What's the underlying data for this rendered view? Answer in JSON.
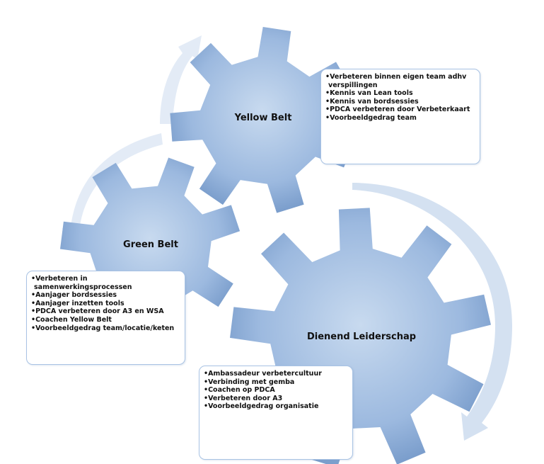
{
  "gears": {
    "yellow": {
      "label": "Yellow Belt"
    },
    "green": {
      "label": "Green Belt"
    },
    "dienend": {
      "label": "Dienend Leiderschap"
    }
  },
  "boxes": {
    "yellow": {
      "items": [
        "Verbeteren binnen eigen team adhv verspillingen",
        "Kennis van Lean tools",
        "Kennis van bordsessies",
        "PDCA verbeteren door Verbeterkaart",
        "Voorbeeldgedrag team"
      ]
    },
    "green": {
      "items": [
        "Verbeteren in samenwerkingsprocessen",
        "Aanjager bordsessies",
        "Aanjager inzetten tools",
        "PDCA verbeteren door A3 en WSA",
        "Coachen Yellow Belt",
        "Voorbeeldgedrag team/locatie/keten"
      ]
    },
    "dienend": {
      "items": [
        "Ambassadeur verbetercultuur",
        "Verbinding met gemba",
        "Coachen op PDCA",
        "Verbeteren door A3",
        "Voorbeeldgedrag organisatie"
      ]
    }
  },
  "colors": {
    "gear_light": "#c5d7ee",
    "gear_dark": "#6f95c7",
    "arrow": "#dfe8f4",
    "box_border": "#a9c3e4"
  }
}
